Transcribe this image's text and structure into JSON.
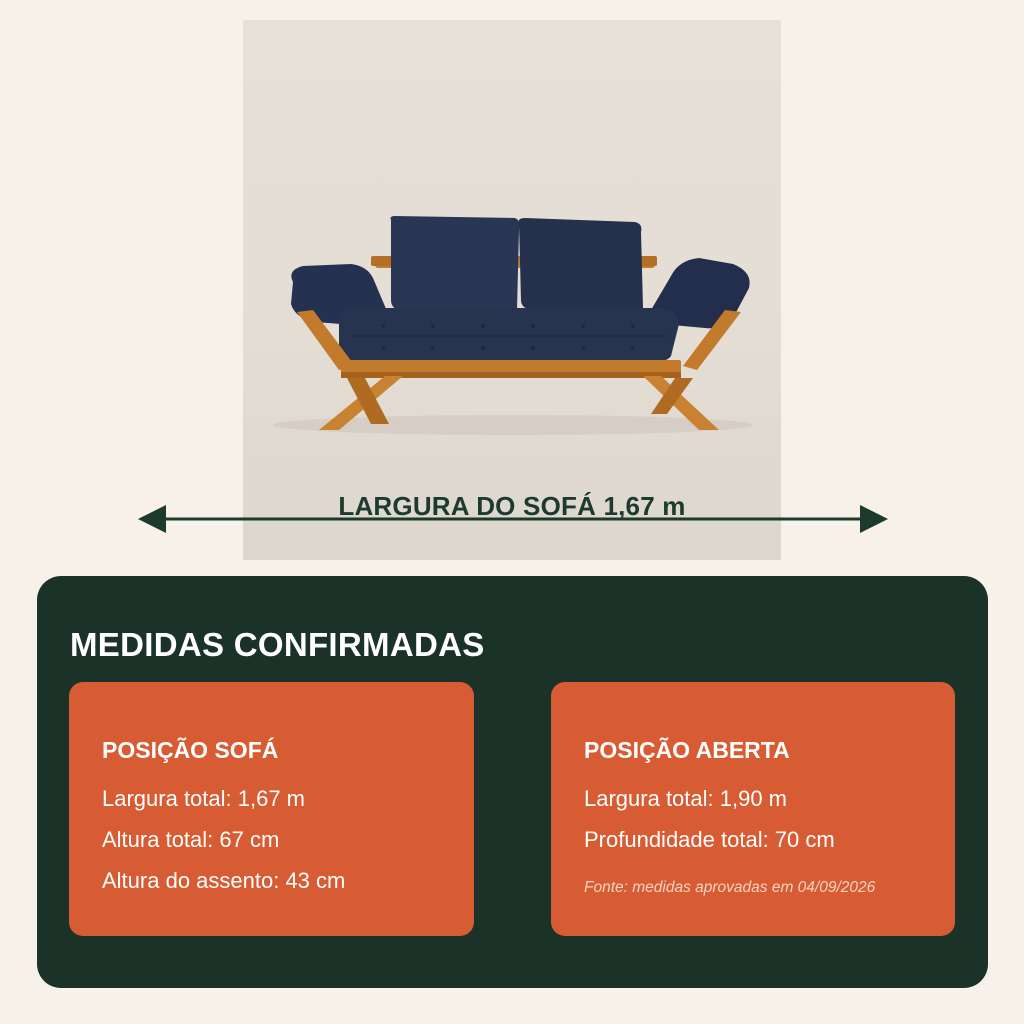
{
  "hero": {
    "width_label": "LARGURA DO SOFÁ 1,67 m"
  },
  "panel": {
    "title": "MEDIDAS CONFIRMADAS",
    "cards": [
      {
        "title": "POSIÇÃO SOFÁ",
        "lines": [
          "Largura total: 1,67 m",
          "Altura total: 67 cm",
          "Altura do assento: 43 cm"
        ]
      },
      {
        "title": "POSIÇÃO ABERTA",
        "lines": [
          "Largura total: 1,90 m",
          "Profundidade total: 70 cm"
        ],
        "note": "Fonte: medidas aprovadas em 04/09/2026"
      }
    ]
  },
  "colors": {
    "background": "#f7f1ea",
    "panel": "#1a3228",
    "card": "#d85c33",
    "accent_text": "#1c3a2e",
    "sofa_fabric": "#26334f",
    "sofa_wood": "#c0782a"
  }
}
